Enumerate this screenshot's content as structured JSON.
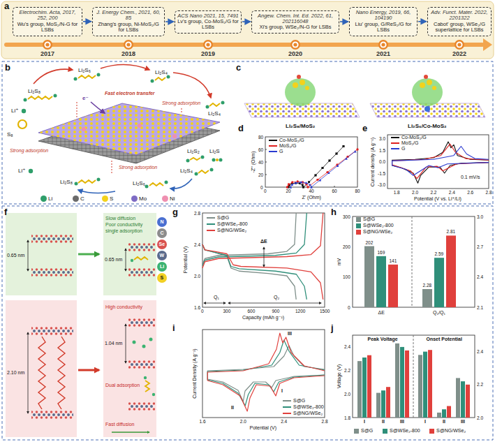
{
  "diagram": {
    "nodes": [
      {
        "text": [
          "Electrochim. Acta, 2017, 252, 200",
          "Wu's group, MoS₂/N-G for LSBs"
        ]
      },
      {
        "text": [
          "J. Energy Chem., 2021, 60, 85",
          "Zhang's group, Ni-MoS₂/G for LSBs"
        ]
      },
      {
        "text": [
          "ACS Nano 2021, 15, 7491",
          "Lv's group, Co-MoS₂/G for LSBs"
        ]
      },
      {
        "text": [
          "Angew. Chem. Int. Ed. 2022, 61, 202116048",
          "Xi's group, WSe₂/N-G for LSBs"
        ]
      },
      {
        "text": [
          "Nano Energy, 2019, 66, 104190",
          "Liu' group, G/ReS₂/G for LSBs"
        ]
      },
      {
        "text": [
          "Adv. Funct. Mater. 2022, 2201322",
          "Cabot' group, WSe₂/G superlattice for LSBs"
        ]
      }
    ],
    "edges": [
      {
        "from": 0,
        "to": 1,
        "arrow": "to"
      },
      {
        "from": 1,
        "to": 2,
        "arrow": "to"
      },
      {
        "from": 2,
        "to": 3,
        "arrow": "to"
      },
      {
        "from": 3,
        "to": 4,
        "arrow": "to"
      },
      {
        "from": 4,
        "to": 5,
        "arrow": "to"
      }
    ],
    "labels": [
      "a",
      "b",
      "c",
      "d",
      "e",
      "f",
      "g",
      "h",
      "i",
      "j",
      "2017",
      "2018",
      "2019",
      "2020",
      "2021",
      "2022",
      "Li₂S₆",
      "Li₂S₄",
      "Li₂S₈",
      "Li⁺",
      "S₈",
      "Li⁺",
      "Li₂S₈",
      "Li₂S₆",
      "Li₂S₄",
      "Li₂S₄",
      "Li₂S₂",
      "Li₂S",
      "Fast electron transfer",
      "Strong adsorption",
      "Strong adsorption",
      "Strong adsorption",
      "e⁻",
      "Li₂S₈/MoS₂",
      "Li₂S₆/Co-MoS₂",
      "0",
      "20",
      "40",
      "60",
      "80",
      "0",
      "20",
      "40",
      "60",
      "80",
      "Z' (Ohm)",
      "-Z'' (Ohm)",
      "1.8",
      "2.0",
      "2.2",
      "2.4",
      "2.6",
      "2.8",
      "-3.0",
      "-1.5",
      "0.0",
      "1.5",
      "3.0",
      "Potential (V vs. Li⁺/Li)",
      "Current density (A g⁻¹)",
      "0.1 mV/s",
      "0.65 nm",
      "Slow diffusion",
      "Poor conductivity",
      "single adsorption",
      "0.65 nm",
      "2.10 nm",
      "High conductivity",
      "Dual adsorption",
      "Fast diffusion",
      "1.04 nm",
      "1.6",
      "2.0",
      "2.4",
      "2.8",
      "0",
      "300",
      "600",
      "900",
      "1200",
      "1500",
      "Potential (V)",
      "Capacity (mAh g⁻¹)",
      "ΔE",
      "Q₁",
      "Q₂",
      "0",
      "100",
      "200",
      "300",
      "2.1",
      "2.4",
      "2.7",
      "3.0",
      "mV",
      "202",
      "169",
      "141",
      "2.28",
      "2.59",
      "2.81",
      "ΔE",
      "Q₂/Q₁",
      "1.6",
      "2.0",
      "2.4",
      "2.8",
      "Potential (V)",
      "Current Density (A g⁻¹)",
      "I",
      "II",
      "III",
      "1.8",
      "2.0",
      "2.2",
      "2.4",
      "2.0",
      "2.2",
      "2.4",
      "Voltage (V)",
      "Peak Voltage",
      "Onset Potential",
      "I",
      "II",
      "III",
      "I",
      "II",
      "III"
    ],
    "legend": [
      {
        "text": "Li",
        "color": "#2e9e6a"
      },
      {
        "text": "C",
        "color": "#6b6b6b"
      },
      {
        "text": "S",
        "color": "#f3d21c"
      },
      {
        "text": "Mo",
        "color": "#7e6bc4"
      },
      {
        "text": "Ni",
        "color": "#ef8fb0"
      },
      {
        "text": "Co-MoS₂/G",
        "color": "#111111"
      },
      {
        "text": "MoS₂/G",
        "color": "#e02020"
      },
      {
        "text": "G",
        "color": "#2a3ad0"
      },
      {
        "text": "Co-MoS₂/G",
        "color": "#111111"
      },
      {
        "text": "MoS₂/G",
        "color": "#e02020"
      },
      {
        "text": "G",
        "color": "#2a3ad0"
      },
      {
        "text": "N",
        "color": "#4a6fd1"
      },
      {
        "text": "C",
        "color": "#8c8c8c"
      },
      {
        "text": "Se",
        "color": "#d9534f"
      },
      {
        "text": "W",
        "color": "#5b6b8c"
      },
      {
        "text": "Li",
        "color": "#3cb371"
      },
      {
        "text": "S",
        "color": "#f2d024"
      },
      {
        "text": "S@G",
        "color": "#7f8f8a"
      },
      {
        "text": "S@WSe₂-800",
        "color": "#2f8f7a"
      },
      {
        "text": "S@NG/WSe₂",
        "color": "#e0403c"
      },
      {
        "text": "S@G",
        "color": "#7f8f8a"
      },
      {
        "text": "S@WSe₂-800",
        "color": "#2f8f7a"
      },
      {
        "text": "S@NG/WSe₂",
        "color": "#e0403c"
      },
      {
        "text": "S@G",
        "color": "#7f8f8a"
      },
      {
        "text": "S@WSe₂-800",
        "color": "#2f8f7a"
      },
      {
        "text": "S@NG/WSe₂",
        "color": "#e0403c"
      },
      {
        "text": "S@G",
        "color": "#7f8f8a"
      },
      {
        "text": "S@WSe₂-800",
        "color": "#2f8f7a"
      },
      {
        "text": "S@NG/WSe₂",
        "color": "#e0403c"
      }
    ]
  }
}
